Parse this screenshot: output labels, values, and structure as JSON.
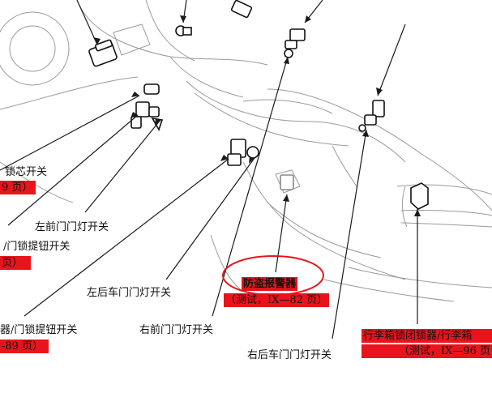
{
  "labels": {
    "lock_core_switch": "锁芯开关",
    "lock_core_page": "9 页）",
    "front_left_door_light": "左前门门灯开关",
    "door_lock_knob_switch": "/门锁提钮开关",
    "door_lock_knob_page": "页）",
    "rear_left_door_light": "左后车门门灯开关",
    "anti_theft_alarm": "防盗报警器",
    "anti_theft_test": "（测试，IX—82 页）",
    "rear_door_lock_knob": "器/门锁提钮开关",
    "rear_door_lock_page": "-89 页）",
    "front_right_door_light": "右前门门灯开关",
    "rear_right_door_light": "右后车门门灯开关",
    "trunk_lock_switch": "行李箱锁闭锁器/行李箱",
    "trunk_test": "（测试，IX—96 页"
  },
  "colors": {
    "highlight": "#e8141c",
    "ellipse": "#e8141c",
    "line": "#1a1a1a",
    "sketch": "#8a8a8a"
  }
}
